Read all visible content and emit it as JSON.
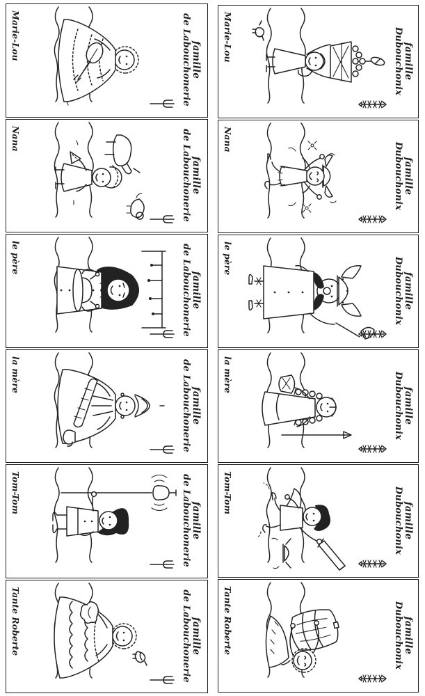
{
  "page": {
    "kind": "printable happy-families card sheet, scanned, cards rotated 90°",
    "paper_color": "#ffffff",
    "ink_color": "#1c1c1c"
  },
  "families": [
    {
      "id": "labouchonerie",
      "family_line1": "famille",
      "family_line2": "de Labouchonerie",
      "suit_icon": "fork-icon",
      "members": [
        {
          "name": "Marie-Lou",
          "scene": "girl-with-big-gown-playing-lute"
        },
        {
          "name": "Nana",
          "scene": "girl-feeding-goat-with-puppy"
        },
        {
          "name": "le père",
          "scene": "cook-with-wig-holding-roast-platter"
        },
        {
          "name": "la mère",
          "scene": "lady-tall-coiffure-with-rolled-roast"
        },
        {
          "name": "Tom-Tom",
          "scene": "boy-holding-pike-with-ham"
        },
        {
          "name": "Tante Roberte",
          "scene": "aunt-scalloped-dress-bird-and-lettuce"
        }
      ]
    },
    {
      "id": "dubouchonix",
      "family_line1": "famille",
      "family_line2": "Dubouchonix",
      "suit_icon": "fishbone-icon",
      "members": [
        {
          "name": "Marie-Lou",
          "scene": "girl-carrying-grape-basket"
        },
        {
          "name": "Nana",
          "scene": "girl-winged-helmet-dancing"
        },
        {
          "name": "le père",
          "scene": "gaul-horned-helmet-moustache-axe"
        },
        {
          "name": "la mère",
          "scene": "woman-with-braids-basket-and-spear"
        },
        {
          "name": "Tom-Tom",
          "scene": "boy-running-with-sword-helmet-flying"
        },
        {
          "name": "Tante Roberte",
          "scene": "aunt-hugging-barrel"
        }
      ]
    }
  ]
}
